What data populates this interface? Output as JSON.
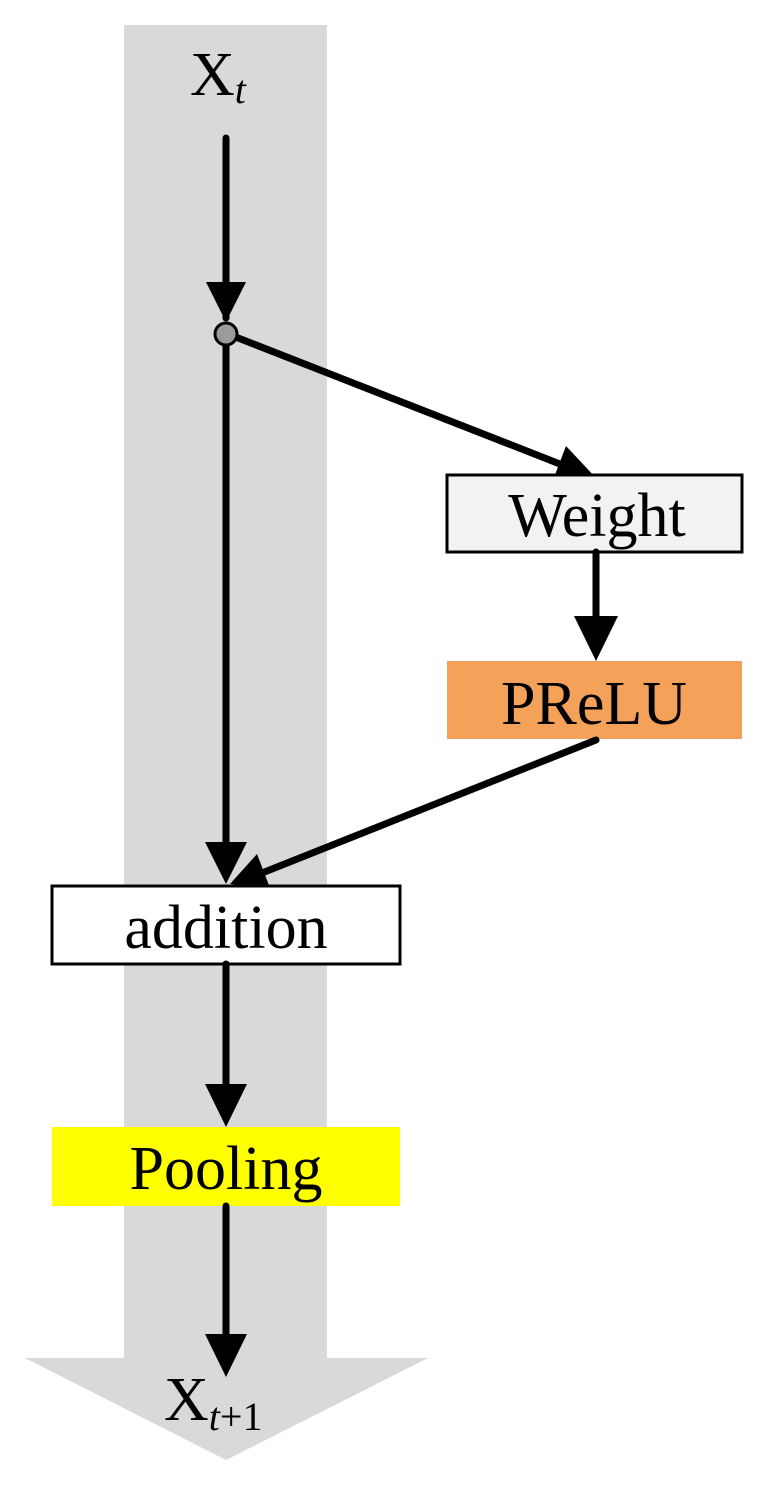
{
  "diagram": {
    "input_label": {
      "base": "X",
      "sub": "t"
    },
    "output_label": {
      "base": "X",
      "sub": "t+1"
    },
    "nodes": {
      "weight": {
        "label": "Weight",
        "fill": "#f2f2f2"
      },
      "prelu": {
        "label": "PReLU",
        "fill": "#f4a15a"
      },
      "addition": {
        "label": "addition",
        "fill": "#ffffff"
      },
      "pooling": {
        "label": "Pooling",
        "fill": "#ffff00"
      }
    },
    "colors": {
      "backbone_band": "#d9d9d9",
      "split_point": "#9b9b9b",
      "arrows": "#000000"
    }
  }
}
